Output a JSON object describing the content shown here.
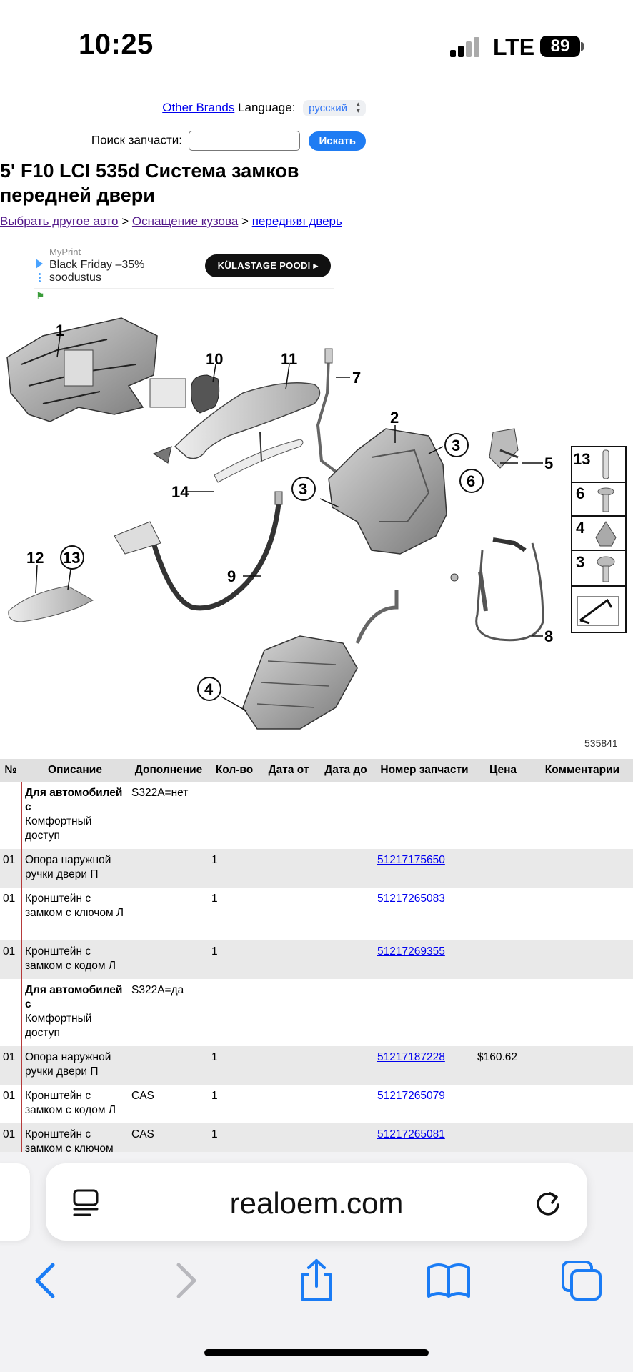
{
  "status": {
    "time": "10:25",
    "network": "LTE",
    "battery": "89"
  },
  "header": {
    "other_brands": "Other Brands",
    "language_label": "Language:",
    "language_value": "русский",
    "search_label": "Поиск запчасти:",
    "search_button": "Искать"
  },
  "page_title": "5' F10 LCI 535d Система замков передней двери",
  "breadcrumbs": {
    "item1": "Выбрать другое авто",
    "sep1": ">",
    "item2": "Оснащение кузова",
    "sep2": ">",
    "item3": "передняя дверь"
  },
  "ad": {
    "brand": "MyPrint",
    "line1": "Black Friday –35%",
    "line2": "soodustus",
    "button": "KÜLASTAGE POODI"
  },
  "diagram": {
    "callouts": [
      "1",
      "10",
      "11",
      "7",
      "2",
      "3",
      "5",
      "6",
      "14",
      "3",
      "12",
      "13",
      "9",
      "8",
      "4"
    ],
    "legend": [
      "13",
      "6",
      "4",
      "3"
    ],
    "ref_number": "535841"
  },
  "table": {
    "headers": [
      "№",
      "Описание",
      "Дополнение",
      "Кол-во",
      "Дата от",
      "Дата до",
      "Номер запчасти",
      "Цена",
      "Комментарии"
    ],
    "rows": [
      {
        "no": "",
        "desc_bold": "Для автомобилей с",
        "desc": "Комфортный доступ",
        "extra": "S322A=нет",
        "qty": "",
        "part": "",
        "price": ""
      },
      {
        "no": "01",
        "desc_bold": "",
        "desc": "Опора наружной ручки двери П",
        "extra": "",
        "qty": "1",
        "part": "51217175650",
        "price": ""
      },
      {
        "no": "01",
        "desc_bold": "",
        "desc": "Кронштейн с замком с ключом Л",
        "extra": "",
        "qty": "1",
        "part": "51217265083",
        "price": ""
      },
      {
        "no": "01",
        "desc_bold": "",
        "desc": "Кронштейн с замком с кодом Л",
        "extra": "",
        "qty": "1",
        "part": "51217269355",
        "price": ""
      },
      {
        "no": "",
        "desc_bold": "Для автомобилей с",
        "desc": "Комфортный доступ",
        "extra": "S322A=да",
        "qty": "",
        "part": "",
        "price": ""
      },
      {
        "no": "01",
        "desc_bold": "",
        "desc": "Опора наружной ручки двери П",
        "extra": "",
        "qty": "1",
        "part": "51217187228",
        "price": "$160.62"
      },
      {
        "no": "01",
        "desc_bold": "",
        "desc": "Кронштейн с замком с кодом Л",
        "extra": "CAS",
        "qty": "1",
        "part": "51217265079",
        "price": ""
      },
      {
        "no": "01",
        "desc_bold": "",
        "desc": "Кронштейн с замком с ключом",
        "extra": "CAS",
        "qty": "1",
        "part": "51217265081",
        "price": ""
      }
    ]
  },
  "browser": {
    "url": "realoem.com"
  }
}
